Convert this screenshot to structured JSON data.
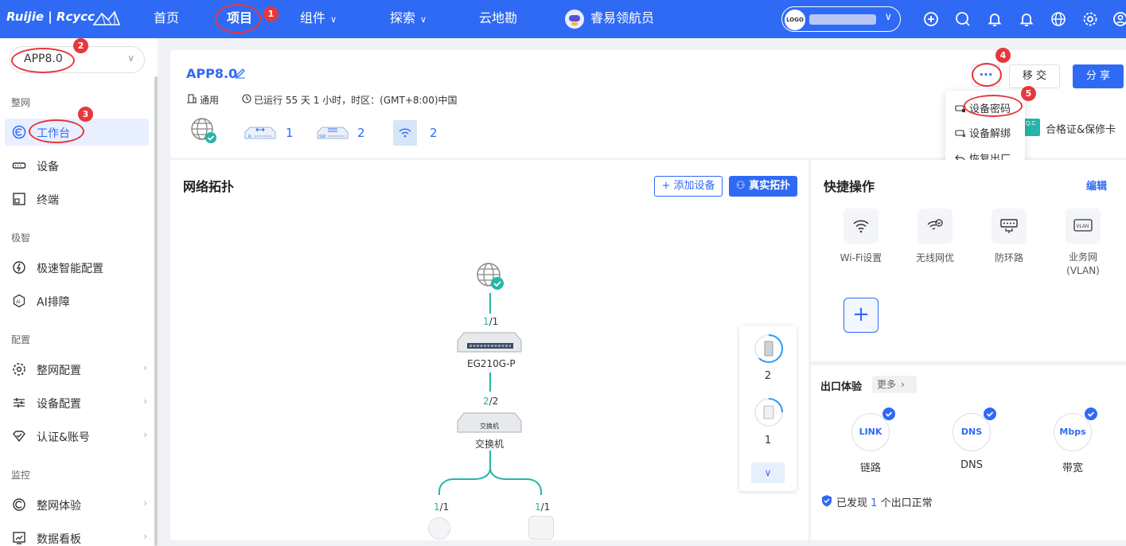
{
  "topbar": {
    "logo": "Ruijie | Rcycc",
    "nav": [
      {
        "label": "首页"
      },
      {
        "label": "项目"
      },
      {
        "label": "组件",
        "has_dropdown": true
      },
      {
        "label": "探索",
        "has_dropdown": true
      },
      {
        "label": "云地勘"
      },
      {
        "label": "睿易领航员"
      }
    ],
    "project_avatar": "LOGO",
    "icons": [
      "plus-circle-icon",
      "search-icon",
      "bell-icon",
      "bell-icon",
      "globe-icon",
      "gear-icon",
      "user-icon"
    ]
  },
  "sidebar": {
    "project": "APP8.0",
    "sections": {
      "network": "整网",
      "smart": "极智",
      "config": "配置",
      "monitor": "监控"
    },
    "items": [
      {
        "label": "工作台"
      },
      {
        "label": "设备"
      },
      {
        "label": "终端"
      },
      {
        "label": "极速智能配置"
      },
      {
        "label": "AI排障"
      },
      {
        "label": "整网配置"
      },
      {
        "label": "设备配置"
      },
      {
        "label": "认证&账号"
      },
      {
        "label": "整网体验"
      },
      {
        "label": "数据看板"
      }
    ]
  },
  "header": {
    "title": "APP8.0",
    "scene": "通用",
    "runtime": "已运行 55 天 1 小时，时区：(GMT+8:00)中国",
    "device_counts": {
      "router": "1",
      "switch": "2",
      "ap": "2"
    },
    "more_label": "···",
    "transfer_label": "移 交",
    "share_label": "分 享",
    "cert_label": "合格证&保修卡",
    "dropdown": [
      "设备密码",
      "设备解绑",
      "恢复出厂"
    ]
  },
  "annotations": [
    "1",
    "2",
    "3",
    "4",
    "5"
  ],
  "topology": {
    "title": "网络拓扑",
    "add_device": "添加设备",
    "real_topo": "真实拓扑",
    "link1": {
      "up": "1",
      "total": "/1"
    },
    "gateway": "EG210G-P",
    "link2": {
      "up": "2",
      "total": "/2"
    },
    "switch_label": "交换机",
    "switch_text": "交换机",
    "link3": {
      "up": "1",
      "total": "/1"
    },
    "link4": {
      "up": "1",
      "total": "/1"
    },
    "panel_counts": [
      "2",
      "1"
    ]
  },
  "quick_ops": {
    "title": "快捷操作",
    "edit": "编辑",
    "items": [
      {
        "label": "Wi-Fi设置"
      },
      {
        "label": "无线网优"
      },
      {
        "label": "防环路"
      },
      {
        "label": "业务网\n(VLAN)"
      }
    ]
  },
  "exit_exp": {
    "title": "出口体验",
    "more": "更多",
    "items": [
      {
        "icon_text": "LINK",
        "label": "链路"
      },
      {
        "icon_text": "DNS",
        "label": "DNS"
      },
      {
        "icon_text": "Mbps",
        "label": "带宽"
      }
    ],
    "status_pre": "已发现",
    "status_num": "1",
    "status_post": "个出口正常"
  }
}
